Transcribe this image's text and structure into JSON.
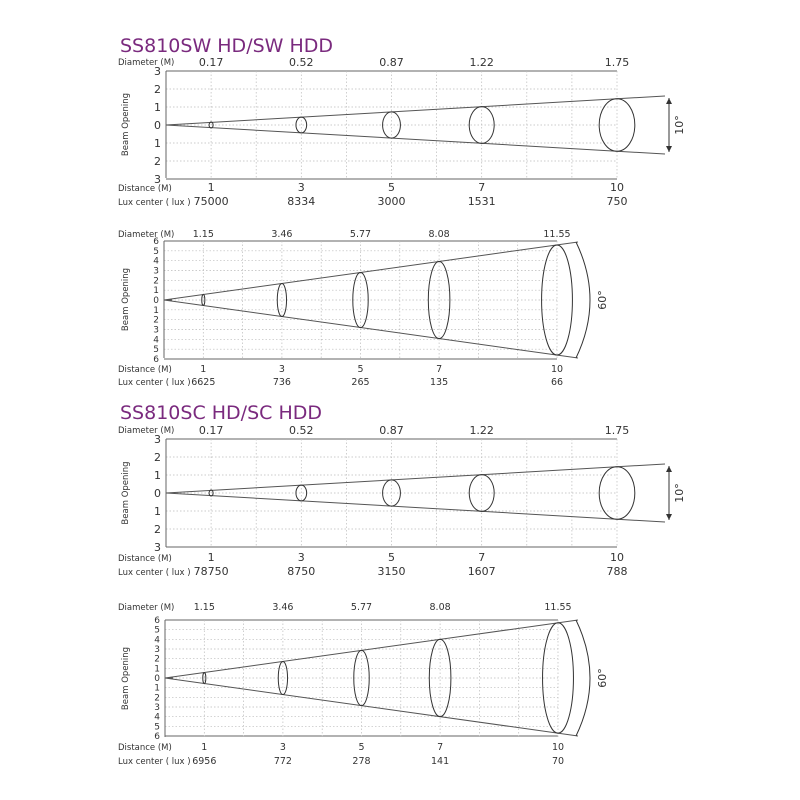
{
  "chart_data": [
    {
      "type": "diagram",
      "title": "SS810SW HD/SW HDD",
      "beam_angle": "10°",
      "ylabel": "Beam Opening",
      "diameter_label": "Diameter (M)",
      "distance_label": "Distance (M)",
      "lux_label": "Lux center ( lux )",
      "y_ticks": [
        "3",
        "2",
        "1",
        "0",
        "1",
        "2",
        "3"
      ],
      "distances": [
        "1",
        "3",
        "5",
        "7",
        "10"
      ],
      "diameters": [
        "0.17",
        "0.52",
        "0.87",
        "1.22",
        "1.75"
      ],
      "lux": [
        "75000",
        "8334",
        "3000",
        "1531",
        "750"
      ]
    },
    {
      "type": "diagram",
      "title": "",
      "beam_angle": "60°",
      "ylabel": "Beam Opening",
      "diameter_label": "Diameter (M)",
      "distance_label": "Distance (M)",
      "lux_label": "Lux center ( lux )",
      "y_ticks": [
        "6",
        "5",
        "4",
        "3",
        "2",
        "1",
        "0",
        "1",
        "2",
        "3",
        "4",
        "5",
        "6"
      ],
      "distances": [
        "1",
        "3",
        "5",
        "7",
        "10"
      ],
      "diameters": [
        "1.15",
        "3.46",
        "5.77",
        "8.08",
        "11.55"
      ],
      "lux": [
        "6625",
        "736",
        "265",
        "135",
        "66"
      ]
    },
    {
      "type": "diagram",
      "title": "SS810SC HD/SC HDD",
      "beam_angle": "10°",
      "ylabel": "Beam Opening",
      "diameter_label": "Diameter (M)",
      "distance_label": "Distance (M)",
      "lux_label": "Lux center ( lux )",
      "y_ticks": [
        "3",
        "2",
        "1",
        "0",
        "1",
        "2",
        "3"
      ],
      "distances": [
        "1",
        "3",
        "5",
        "7",
        "10"
      ],
      "diameters": [
        "0.17",
        "0.52",
        "0.87",
        "1.22",
        "1.75"
      ],
      "lux": [
        "78750",
        "8750",
        "3150",
        "1607",
        "788"
      ]
    },
    {
      "type": "diagram",
      "title": "",
      "beam_angle": "60°",
      "ylabel": "Beam Opening",
      "diameter_label": "Diameter (M)",
      "distance_label": "Distance (M)",
      "lux_label": "Lux center ( lux )",
      "y_ticks": [
        "6",
        "5",
        "4",
        "3",
        "2",
        "1",
        "0",
        "1",
        "2",
        "3",
        "4",
        "5",
        "6"
      ],
      "distances": [
        "1",
        "3",
        "5",
        "7",
        "10"
      ],
      "diameters": [
        "1.15",
        "3.46",
        "5.77",
        "8.08",
        "11.55"
      ],
      "lux": [
        "6956",
        "772",
        "278",
        "141",
        "70"
      ]
    }
  ]
}
